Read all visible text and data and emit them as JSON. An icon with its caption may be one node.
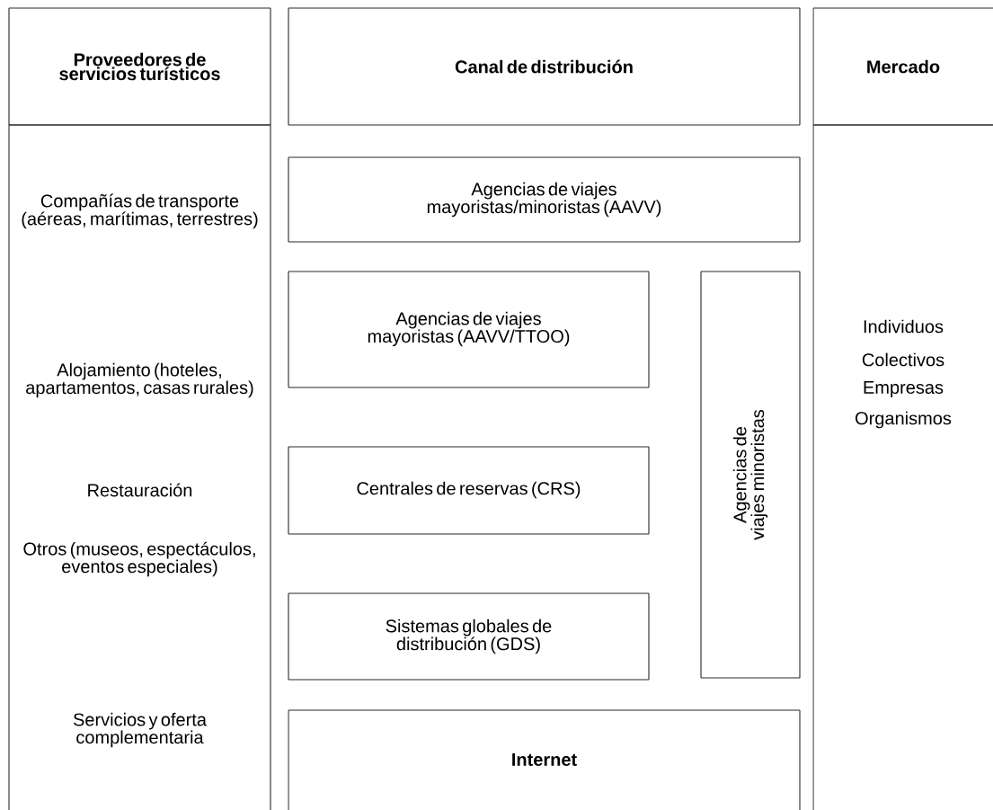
{
  "diagram": {
    "nodes": [
      {
        "text": [
          "Proveedores de servicios turísticos"
        ]
      },
      {
        "text": [
          "Compañías de transporte (aéreas, marítimas, terrestres)",
          "Alojamiento (hoteles, apartamentos, casas rurales)",
          "Restauración",
          "Otros (museos, espectáculos, eventos especiales)",
          "Servicios y oferta complementaria"
        ]
      },
      {
        "text": [
          "Canal de distribución"
        ]
      },
      {
        "text": [
          "Agencias de viajes mayoristas/minoristas (AAVV)"
        ]
      },
      {
        "text": [
          "Agencias de viajes mayoristas (AAVV/TTOO)"
        ]
      },
      {
        "text": [
          "Centrales de reservas (CRS)"
        ]
      },
      {
        "text": [
          "Sistemas globales de distribución (GDS)"
        ]
      },
      {
        "text": [
          "Agencias de viajes minoristas"
        ]
      },
      {
        "text": [
          "Internet"
        ]
      },
      {
        "text": [
          "Mercado"
        ]
      },
      {
        "text": [
          "Individuos",
          "Colectivos",
          "Empresas",
          "Organismos"
        ]
      }
    ]
  }
}
